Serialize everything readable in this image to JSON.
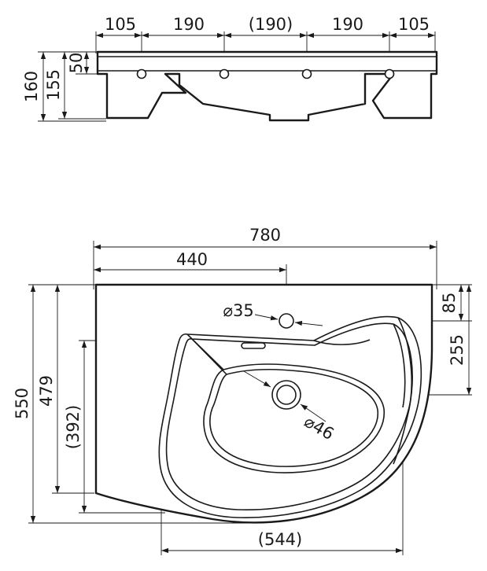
{
  "side_view": {
    "top_dims": [
      "105",
      "190",
      "(190)",
      "190",
      "105"
    ],
    "left_dims": {
      "total": "160",
      "body": "155",
      "rim": "50"
    }
  },
  "plan_view": {
    "width": "780",
    "tap_offset": "440",
    "height": "550",
    "front_depth": "479",
    "bowl_depth": "(392)",
    "tap_from_back": "85",
    "drain_from_back": "255",
    "bowl_width": "(544)",
    "tap_hole": "⌀35",
    "drain_hole": "⌀46"
  }
}
